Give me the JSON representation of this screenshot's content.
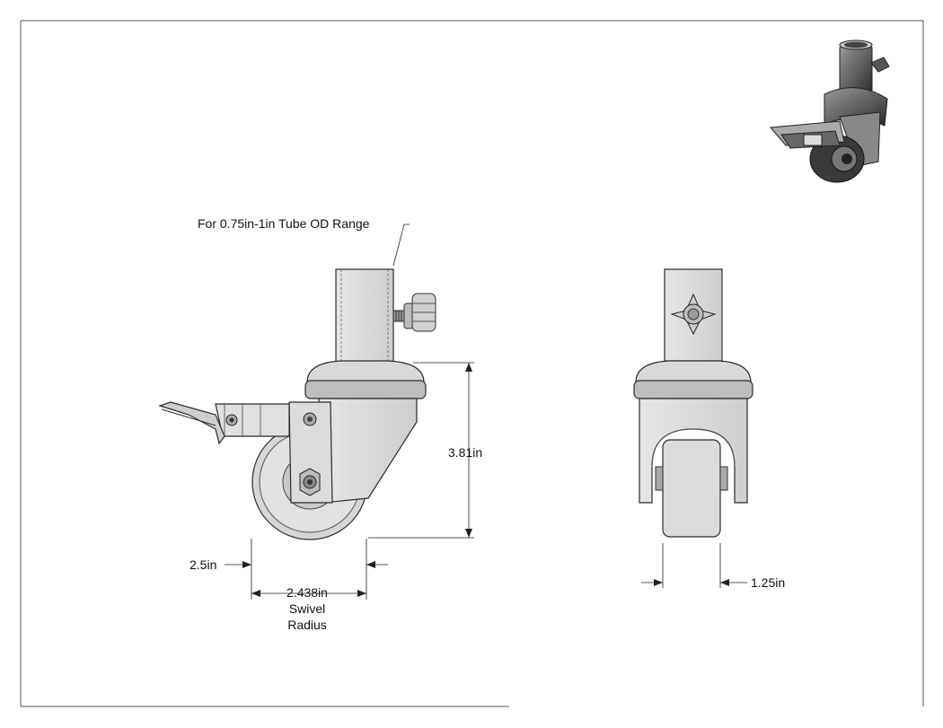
{
  "callout": {
    "tube_range": "For 0.75in-1in Tube OD Range"
  },
  "dimensions": {
    "height": "3.81in",
    "wheel_dia": "2.5in",
    "swivel_value": "2.438in",
    "swivel_word1": "Swivel",
    "swivel_word2": "Radius",
    "width": "1.25in"
  }
}
